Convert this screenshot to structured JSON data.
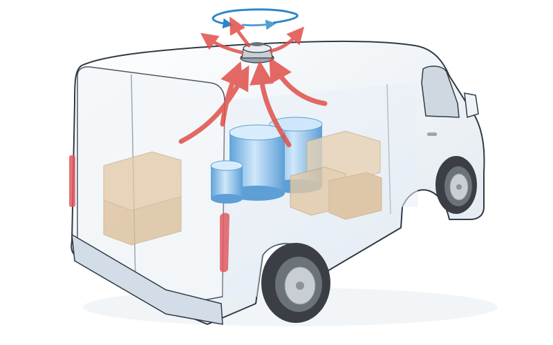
{
  "illustration": {
    "subject": "van",
    "roof_fitting": "roof-vent",
    "cargo": [
      "cardboard-box",
      "cardboard-box",
      "cylindrical-drum",
      "cylindrical-drum",
      "cylindrical-drum",
      "cardboard-box",
      "cardboard-box",
      "cardboard-box"
    ],
    "airflow_direction": "up-and-out-through-roof-vent",
    "rotation_indicator": "circular-arrows-around-vent"
  },
  "colors": {
    "body": "#eef3f8",
    "body_shadow": "#d3dde7",
    "outline": "#2f3a44",
    "airflow_arrow": "#e0504a",
    "rotation_arrow": "#2c86c8",
    "drum": "#8fc3ea",
    "box": "#e3c9a6",
    "tire": "#3b3f45",
    "hub": "#c9ced4",
    "lamp": "#e05a62"
  }
}
